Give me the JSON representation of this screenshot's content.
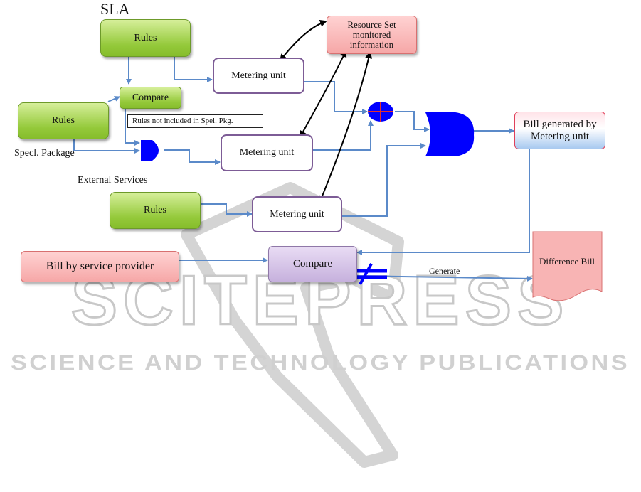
{
  "title": "SLA",
  "labels": {
    "spcl_package": "Specl. Package",
    "external_services": "External Services",
    "generate": "Generate"
  },
  "nodes": {
    "rules_sla": "Rules",
    "compare_top": "Compare",
    "rules_pkg": "Rules",
    "note": "Rules not included in Spel. Pkg.",
    "meter1": "Metering unit",
    "meter2": "Metering unit",
    "meter3": "Metering unit",
    "rules_ext": "Rules",
    "resource_set": "Resource Set monitored information",
    "bill_generated": "Bill generated by Metering unit",
    "bill_provider": "Bill by service provider",
    "compare_bottom": "Compare",
    "difference_bill": "Difference Bill"
  },
  "watermark": {
    "brand": "SCITEPRESS",
    "tagline": "SCIENCE AND TECHNOLOGY PUBLICATIONS"
  },
  "colors": {
    "connector": "#5b8ac9",
    "symbol_blue": "#0000ff",
    "rules_green": "#94c93a",
    "pink_fill": "#f6a7a7",
    "watermark_gray": "#c8c8c8"
  }
}
